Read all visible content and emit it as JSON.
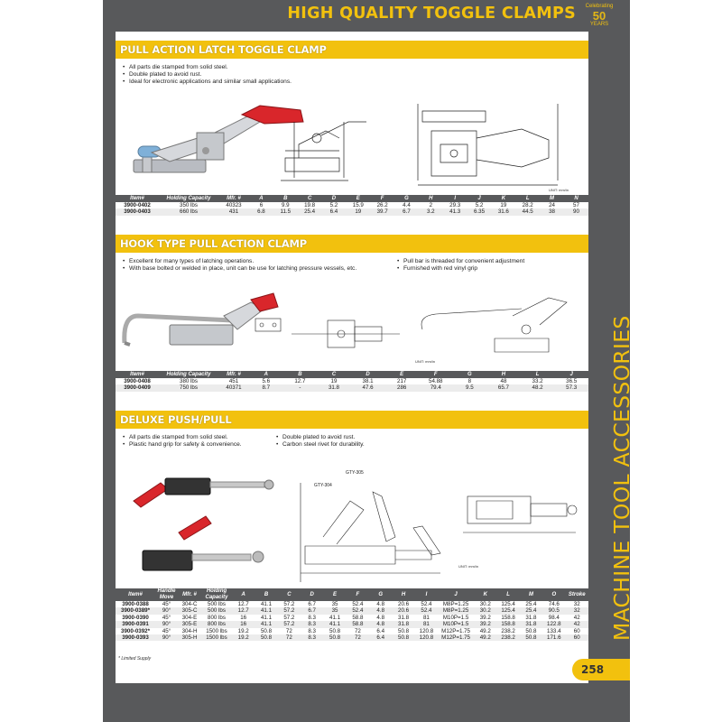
{
  "header": {
    "title": "HIGH QUALITY TOGGLE CLAMPS",
    "logo_line1": "Celebrating",
    "logo_big": "50",
    "logo_line2": "YEARS"
  },
  "sections": [
    {
      "title": "PULL ACTION LATCH TOGGLE CLAMP",
      "bullets": [
        "All parts die stamped from solid steel.",
        "Double plated to avoid rust.",
        "Ideal for electronic applications and similar small applications."
      ],
      "unit": "UNIT: mm/in",
      "columns": [
        "Item#",
        "Holding Capacity",
        "Mfr. #",
        "A",
        "B",
        "C",
        "D",
        "E",
        "F",
        "G",
        "H",
        "I",
        "J",
        "K",
        "L",
        "M",
        "N"
      ],
      "rows": [
        [
          "3900-0402",
          "350 lbs",
          "40323",
          "6",
          "9.9",
          "19.8",
          "5.2",
          "15.9",
          "26.2",
          "4.4",
          "2",
          "29.3",
          "5.2",
          "19",
          "28.2",
          "24",
          "57"
        ],
        [
          "3900-0403",
          "660 lbs",
          "431",
          "6.8",
          "11.5",
          "25.4",
          "6.4",
          "19",
          "39.7",
          "6.7",
          "3.2",
          "41.3",
          "6.35",
          "31.6",
          "44.5",
          "38",
          "90"
        ]
      ]
    },
    {
      "title": "HOOK TYPE PULL ACTION CLAMP",
      "bullets_left": [
        "Excellent for many types of latching operations.",
        "With base bolted or welded in place, unit can be use for latching pressure vessels, etc."
      ],
      "bullets_right": [
        "Pull bar is threaded for convenient adjustment",
        "Furnished with red vinyl grip"
      ],
      "unit": "UNIT: mm/in",
      "columns": [
        "Item#",
        "Holding Capacity",
        "Mfr. #",
        "A",
        "B",
        "C",
        "D",
        "E",
        "F",
        "G",
        "H",
        "L",
        "J"
      ],
      "rows": [
        [
          "3900-0408",
          "380 lbs",
          "451",
          "5.6",
          "12.7",
          "19",
          "38.1",
          "217",
          "54.88",
          "8",
          "48",
          "33.2",
          "36.5"
        ],
        [
          "3900-0409",
          "750 lbs",
          "40371",
          "8.7",
          "-",
          "31.8",
          "47.6",
          "286",
          "79.4",
          "9.5",
          "65.7",
          "48.2",
          "57.3"
        ]
      ]
    },
    {
      "title": "DELUXE PUSH/PULL",
      "bullets_left": [
        "All parts die stamped from solid steel.",
        "Plastic hand grip for safety & convenience."
      ],
      "bullets_right": [
        "Double plated to avoid rust.",
        "Carbon steel rivet for durability."
      ],
      "unit": "UNIT: mm/in",
      "columns": [
        "Item#",
        "Handle Move",
        "Mfr. #",
        "Holding Capacity",
        "A",
        "B",
        "C",
        "D",
        "E",
        "F",
        "G",
        "H",
        "I",
        "J",
        "K",
        "L",
        "M",
        "O",
        "Stroke"
      ],
      "rows": [
        [
          "3900-0388",
          "45°",
          "304-C",
          "500 lbs",
          "12.7",
          "41.1",
          "57.2",
          "6.7",
          "35",
          "52.4",
          "4.8",
          "20.6",
          "52.4",
          "M8P=1.25",
          "30.2",
          "125.4",
          "25.4",
          "74.6",
          "32"
        ],
        [
          "3900-0389*",
          "90°",
          "305-C",
          "500 lbs",
          "12.7",
          "41.1",
          "57.2",
          "6.7",
          "35",
          "52.4",
          "4.8",
          "20.6",
          "52.4",
          "M8P=1.25",
          "30.2",
          "125.4",
          "25.4",
          "90.5",
          "32"
        ],
        [
          "3900-0390",
          "45°",
          "304-E",
          "800 lbs",
          "16",
          "41.1",
          "57.2",
          "8.3",
          "41.1",
          "58.8",
          "4.8",
          "31.8",
          "81",
          "M10P=1.5",
          "39.2",
          "158.8",
          "31.8",
          "98.4",
          "42"
        ],
        [
          "3900-0391",
          "90°",
          "305-E",
          "800 lbs",
          "16",
          "41.1",
          "57.2",
          "8.3",
          "41.1",
          "58.8",
          "4.8",
          "31.8",
          "81",
          "M10P=1.5",
          "39.2",
          "158.8",
          "31.8",
          "122.8",
          "42"
        ],
        [
          "3900-0392*",
          "45°",
          "304-H",
          "1500 lbs",
          "19.2",
          "50.8",
          "72",
          "8.3",
          "50.8",
          "72",
          "6.4",
          "50.8",
          "120.8",
          "M12P=1.75",
          "49.2",
          "238.2",
          "50.8",
          "133.4",
          "60"
        ],
        [
          "3900-0393",
          "90°",
          "305-H",
          "1500 lbs",
          "19.2",
          "50.8",
          "72",
          "8.3",
          "50.8",
          "72",
          "6.4",
          "50.8",
          "120.8",
          "M12P=1.75",
          "49.2",
          "238.2",
          "50.8",
          "171.6",
          "60"
        ]
      ],
      "note": "* Limited Supply",
      "labels": [
        "GTY-305",
        "GTY-304"
      ]
    }
  ],
  "sidebar": "MACHINE TOOL ACCESSORIES",
  "page_number": "258",
  "colors": {
    "accent": "#f2c10e",
    "dark": "#58595b",
    "grip": "#d9262b"
  }
}
